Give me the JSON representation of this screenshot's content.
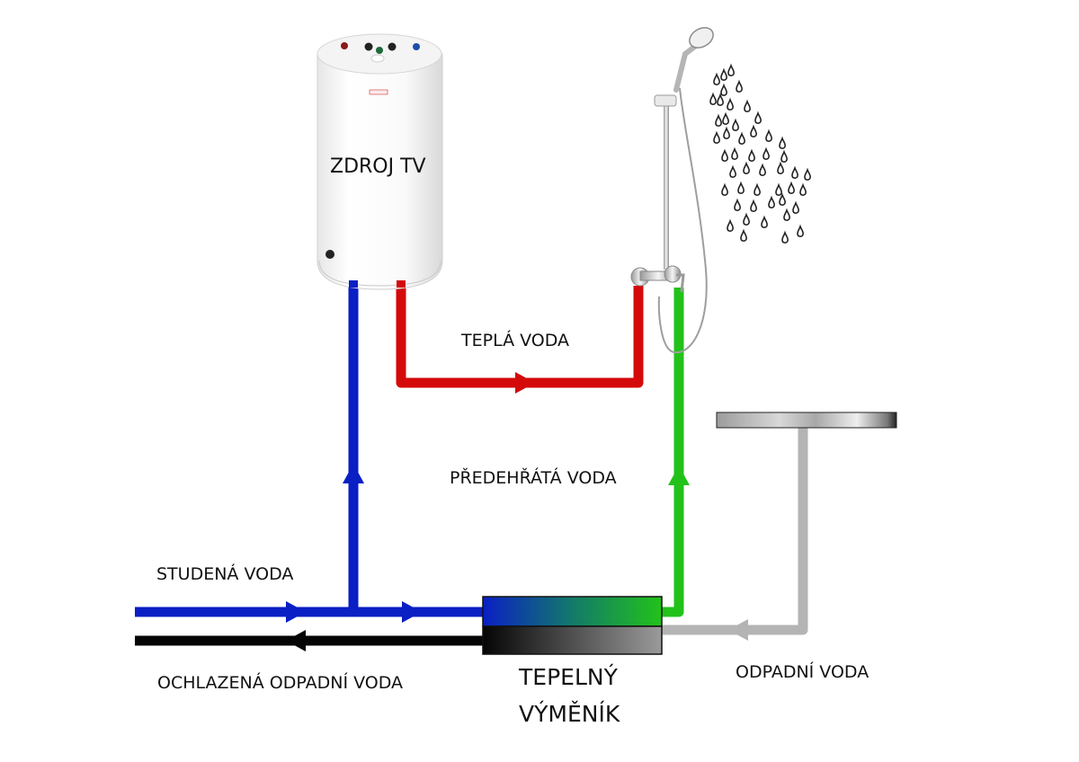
{
  "labels": {
    "source": "ZDROJ TV",
    "hot_water": "TEPLÁ VODA",
    "preheated_water": "PŘEDEHŘÁTÁ VODA",
    "cold_water": "STUDENÁ VODA",
    "cooled_waste_water": "OCHLAZENÁ ODPADNÍ VODA",
    "exchanger_line1": "TEPELNÝ",
    "exchanger_line2": "VÝMĚNÍK",
    "waste_water": "ODPADNÍ VODA"
  },
  "components": [
    {
      "id": "boiler",
      "name": "Water heater (ZDROJ TV)"
    },
    {
      "id": "shower",
      "name": "Shower set with mixer"
    },
    {
      "id": "shower-tray",
      "name": "Shower tray / drain plate"
    },
    {
      "id": "heat-exchanger",
      "name": "Heat exchanger (TEPELNÝ VÝMĚNÍK)"
    }
  ],
  "pipes": [
    {
      "id": "cold-inlet",
      "color": "#0a1fc4",
      "direction": "right"
    },
    {
      "id": "cold-riser-to-boiler",
      "color": "#0a1fc4",
      "direction": "up"
    },
    {
      "id": "hot-to-shower",
      "color": "#d40a0a",
      "direction": "right"
    },
    {
      "id": "preheated-to-shower",
      "color": "#22c21a",
      "direction": "up"
    },
    {
      "id": "waste-from-tray",
      "color": "#b4b4b4",
      "direction": "left"
    },
    {
      "id": "cooled-waste-out",
      "color": "#050505",
      "direction": "left"
    }
  ],
  "colors": {
    "cold": "#0a1fc4",
    "hot": "#d40a0a",
    "preheated": "#22c21a",
    "waste": "#b4b4b4",
    "cooled_waste": "#050505"
  }
}
